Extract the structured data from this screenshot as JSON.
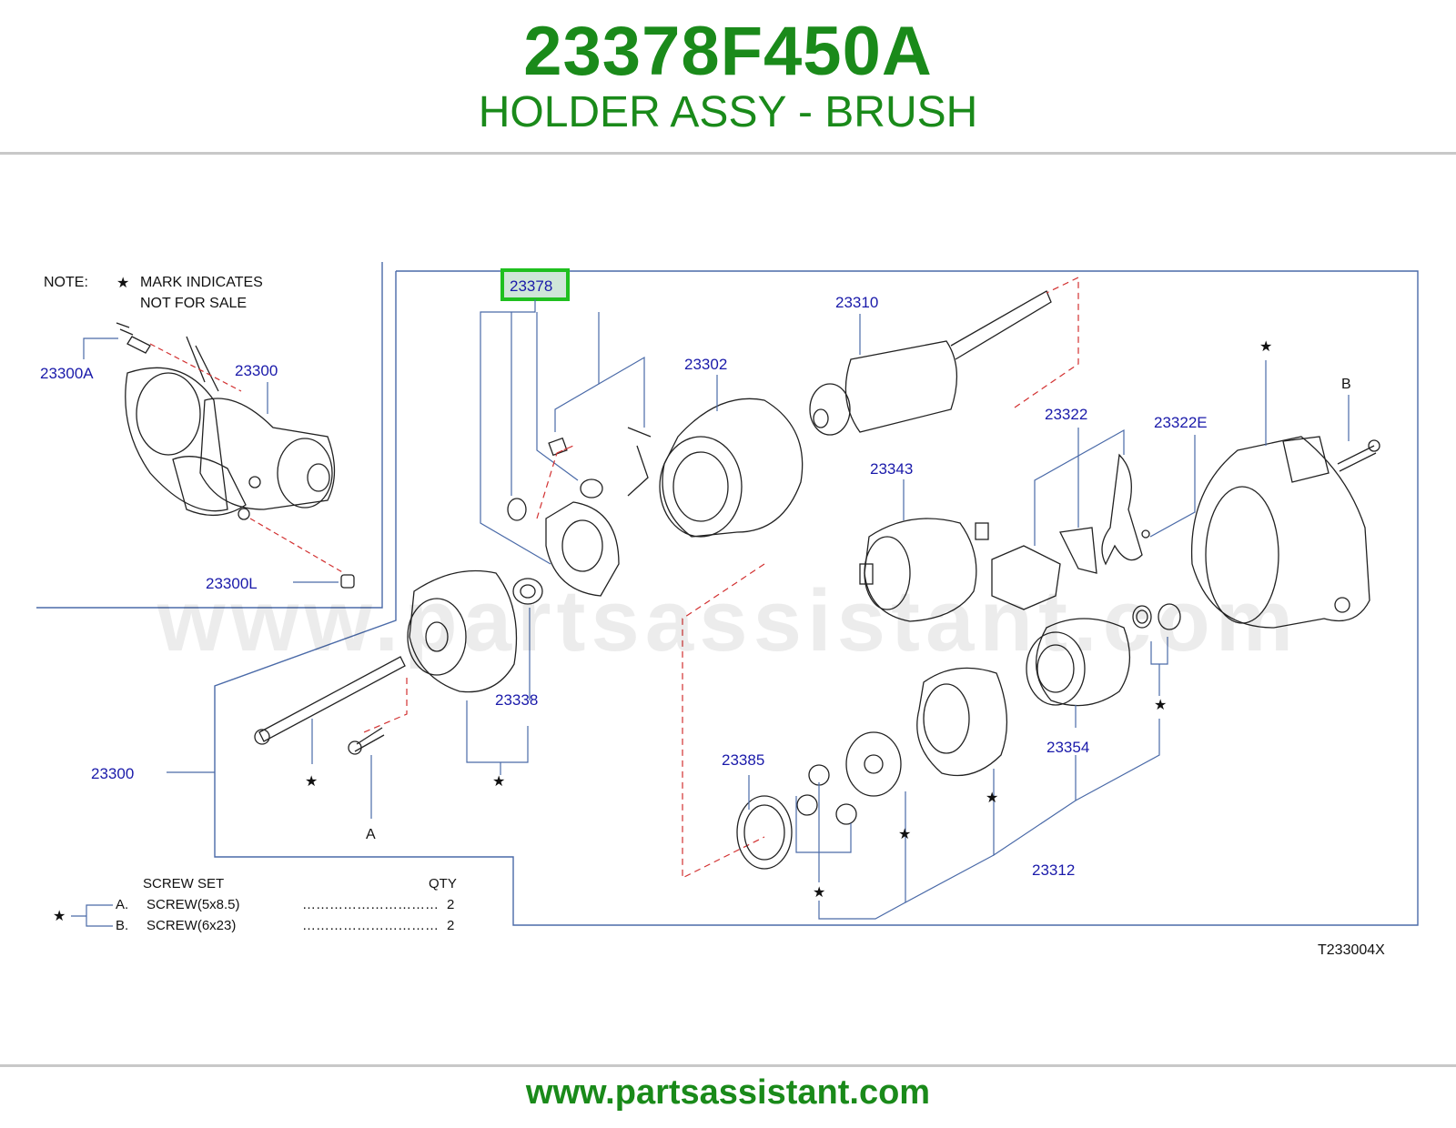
{
  "header": {
    "part_number": "23378F450A",
    "part_name": "HOLDER ASSY - BRUSH"
  },
  "note": {
    "prefix": "NOTE:",
    "line1": "MARK  INDICATES",
    "line2": "NOT  FOR  SALE",
    "star": "★"
  },
  "callouts": {
    "highlighted": "23378",
    "c23310": "23310",
    "c23302": "23302",
    "c23322": "23322",
    "c23322E": "23322E",
    "c23343": "23343",
    "c23300A": "23300A",
    "c23300_inset": "23300",
    "c23300L": "23300L",
    "c23338": "23338",
    "c23300": "23300",
    "c23385": "23385",
    "c23354": "23354",
    "c23312": "23312",
    "A": "A",
    "B": "B"
  },
  "screw_set": {
    "title": "SCREW   SET",
    "qty_header": "QTY",
    "items": [
      {
        "key": "A.",
        "name": "SCREW(5x8.5)",
        "dots": "…………………………",
        "qty": "2"
      },
      {
        "key": "B.",
        "name": "SCREW(6x23)",
        "dots": "…………………………",
        "qty": "2"
      }
    ]
  },
  "diagram_code": "T233004X",
  "watermark": "www.partsassistant.com",
  "footer": {
    "url": "www.partsassistant.com"
  },
  "colors": {
    "brand_green": "#1a8a1a",
    "callout_blue": "#1a1aaa",
    "frame_blue": "#4a6aa8",
    "dash_red": "#d23030",
    "highlight_green": "#1fc01f"
  }
}
